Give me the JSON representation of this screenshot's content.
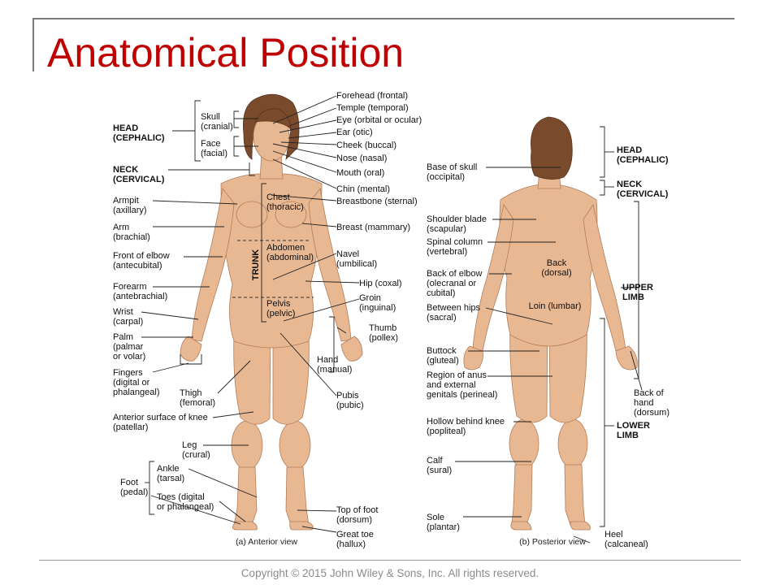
{
  "title": "Anatomical Position",
  "copyright": "Copyright © 2015 John Wiley & Sons, Inc. All rights reserved.",
  "colors": {
    "title": "#c00000",
    "skin": "#e8b893",
    "hair": "#7a4a2c"
  },
  "anterior": {
    "caption": "(a) Anterior view",
    "regions": {
      "head": [
        "HEAD",
        "(CEPHALIC)"
      ],
      "neck": [
        "NECK",
        "(CERVICAL)"
      ],
      "trunk": "TRUNK"
    },
    "left_labels": {
      "skull": [
        "Skull",
        "(cranial)"
      ],
      "face": [
        "Face",
        "(facial)"
      ],
      "armpit": [
        "Armpit",
        "(axillary)"
      ],
      "arm": [
        "Arm",
        "(brachial)"
      ],
      "front_elbow": [
        "Front of elbow",
        "(antecubital)"
      ],
      "forearm": [
        "Forearm",
        "(antebrachial)"
      ],
      "wrist": [
        "Wrist",
        "(carpal)"
      ],
      "palm": [
        "Palm",
        "(palmar",
        "or volar)"
      ],
      "fingers": [
        "Fingers",
        "(digital or",
        "phalangeal)"
      ],
      "thigh": [
        "Thigh",
        "(femoral)"
      ],
      "knee": [
        "Anterior surface of knee",
        "(patellar)"
      ],
      "leg": [
        "Leg",
        "(crural)"
      ],
      "ankle": [
        "Ankle",
        "(tarsal)"
      ],
      "foot": [
        "Foot",
        "(pedal)"
      ],
      "toes": [
        "Toes (digital",
        "or phalangeal)"
      ]
    },
    "inner_labels": {
      "chest": [
        "Chest",
        "(thoracic)"
      ],
      "abdomen": [
        "Abdomen",
        "(abdominal)"
      ],
      "pelvis": [
        "Pelvis",
        "(pelvic)"
      ]
    },
    "right_labels": {
      "forehead": [
        "Forehead (frontal)"
      ],
      "temple": [
        "Temple (temporal)"
      ],
      "eye": [
        "Eye (orbital or ocular)"
      ],
      "ear": [
        "Ear (otic)"
      ],
      "cheek": [
        "Cheek (buccal)"
      ],
      "nose": [
        "Nose (nasal)"
      ],
      "mouth": [
        "Mouth (oral)"
      ],
      "chin": [
        "Chin (mental)"
      ],
      "breastbone": [
        "Breastbone (sternal)"
      ],
      "breast": [
        "Breast (mammary)"
      ],
      "navel": [
        "Navel",
        "(umbilical)"
      ],
      "hip": [
        "Hip (coxal)"
      ],
      "groin": [
        "Groin",
        "(inguinal)"
      ],
      "thumb": [
        "Thumb",
        "(pollex)"
      ],
      "hand": [
        "Hand",
        "(manual)"
      ],
      "pubis": [
        "Pubis",
        "(pubic)"
      ],
      "top_foot": [
        "Top of foot",
        "(dorsum)"
      ],
      "great_toe": [
        "Great toe",
        "(hallux)"
      ]
    }
  },
  "posterior": {
    "caption": "(b) Posterior view",
    "regions": {
      "head": [
        "HEAD",
        "(CEPHALIC)"
      ],
      "neck": [
        "NECK",
        "(CERVICAL)"
      ],
      "upper_limb": [
        "UPPER",
        "LIMB"
      ],
      "lower_limb": [
        "LOWER",
        "LIMB"
      ]
    },
    "left_labels": {
      "base_skull": [
        "Base of skull",
        "(occipital)"
      ],
      "shoulder_blade": [
        "Shoulder blade",
        "(scapular)"
      ],
      "spinal_column": [
        "Spinal column",
        "(vertebral)"
      ],
      "back_elbow": [
        "Back of elbow",
        "(olecranal or",
        "cubital)"
      ],
      "between_hips": [
        "Between hips",
        "(sacral)"
      ],
      "buttock": [
        "Buttock",
        "(gluteal)"
      ],
      "anus": [
        "Region of anus",
        "and external",
        "genitals (perineal)"
      ],
      "hollow_knee": [
        "Hollow behind knee",
        "(popliteal)"
      ],
      "calf": [
        "Calf",
        "(sural)"
      ],
      "sole": [
        "Sole",
        "(plantar)"
      ]
    },
    "inner_labels": {
      "back": [
        "Back",
        "(dorsal)"
      ],
      "loin": [
        "Loin (lumbar)"
      ]
    },
    "right_labels": {
      "back_hand": [
        "Back of",
        "hand",
        "(dorsum)"
      ],
      "heel": [
        "Heel",
        "(calcaneal)"
      ]
    }
  }
}
